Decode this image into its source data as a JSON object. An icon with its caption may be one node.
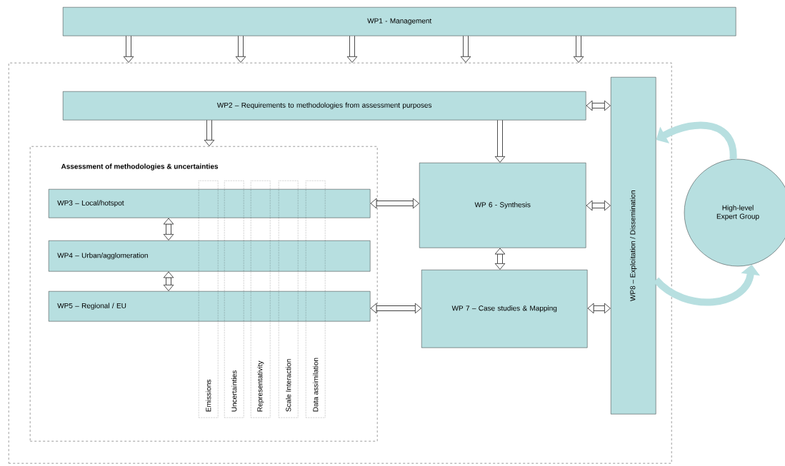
{
  "diagram": {
    "nodes": [
      {
        "text": [
          "WP1 - Management"
        ]
      },
      {
        "text": [],
        "shape": "box"
      },
      {
        "text": [
          "WP2 – Requirements to methodologies from assessment purposes"
        ],
        "in": 1
      },
      {
        "text": [
          "Assessment of methodologies & uncertainties"
        ],
        "in": 1
      },
      {
        "text": [
          "WP3 – Local/hotspot"
        ],
        "in": 3
      },
      {
        "text": [
          "WP4 – Urban/agglomeration"
        ],
        "in": 3
      },
      {
        "text": [
          "WP5 – Regional / EU"
        ],
        "in": 3
      },
      {
        "text": [
          "Emissions"
        ],
        "in": 3
      },
      {
        "text": [
          "Uncertainties"
        ],
        "in": 3
      },
      {
        "text": [
          "Representativity"
        ],
        "in": 3
      },
      {
        "text": [
          "Scale Interaction"
        ],
        "in": 3
      },
      {
        "text": [
          "Data assimilation"
        ],
        "in": 3
      },
      {
        "text": [
          "WP 6 - Synthesis"
        ],
        "in": 1
      },
      {
        "text": [
          "WP 7 – Case studies & Mapping"
        ],
        "in": 1
      },
      {
        "text": [
          "WP8 – Exploitation / Dissemination"
        ],
        "in": 1
      },
      {
        "text": [
          "High-level Expert Group"
        ]
      }
    ],
    "edges": [
      {
        "from": 0,
        "to": 1,
        "arrow": "to"
      },
      {
        "from": 0,
        "to": 1,
        "arrow": "to"
      },
      {
        "from": 0,
        "to": 1,
        "arrow": "to"
      },
      {
        "from": 0,
        "to": 1,
        "arrow": "to"
      },
      {
        "from": 0,
        "to": 1,
        "arrow": "to"
      },
      {
        "from": 2,
        "to": 3,
        "arrow": "to"
      },
      {
        "from": 2,
        "to": 12,
        "arrow": "to"
      },
      {
        "from": 2,
        "to": 14,
        "arrow": "both"
      },
      {
        "from": 4,
        "to": 5,
        "arrow": "both"
      },
      {
        "from": 5,
        "to": 6,
        "arrow": "both"
      },
      {
        "from": 4,
        "to": 12,
        "arrow": "both"
      },
      {
        "from": 6,
        "to": 13,
        "arrow": "both"
      },
      {
        "from": 12,
        "to": 13,
        "arrow": "both"
      },
      {
        "from": 12,
        "to": 14,
        "arrow": "both"
      },
      {
        "from": 13,
        "to": 14,
        "arrow": "both"
      },
      {
        "from": 15,
        "to": 14,
        "arrow": "to",
        "color": "#b7dfe0"
      },
      {
        "from": 14,
        "to": 15,
        "arrow": "to",
        "color": "#b7dfe0"
      }
    ]
  }
}
